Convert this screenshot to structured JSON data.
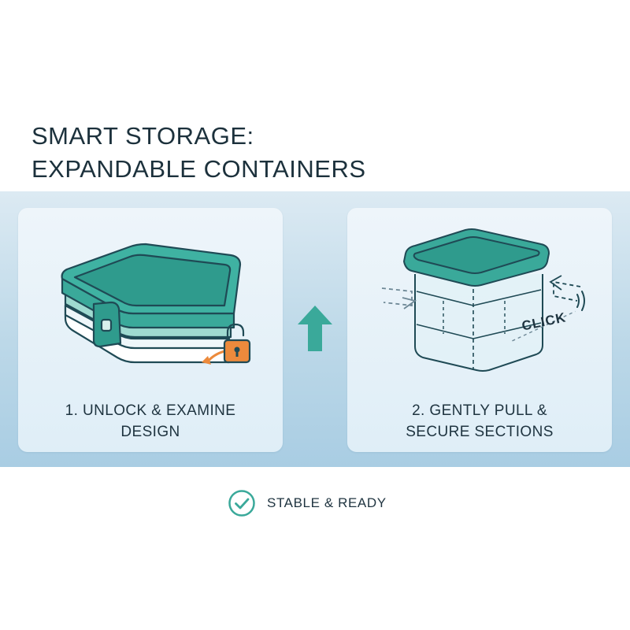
{
  "title": {
    "line1": "SMART STORAGE:",
    "line2": "EXPANDABLE CONTAINERS"
  },
  "steps": [
    {
      "line1": "1. UNLOCK & EXAMINE",
      "line2": "DESIGN",
      "icons": [
        "collapsed-container-icon",
        "padlock-unlocked-icon",
        "curved-arrow-icon"
      ]
    },
    {
      "line1": "2. GENTLY PULL &",
      "line2": "SECURE SECTIONS",
      "callout": "CLICK",
      "icons": [
        "expanded-container-icon",
        "pull-arrow-icon",
        "sound-waves-icon"
      ]
    }
  ],
  "status": {
    "label": "STABLE & READY",
    "icon": "check-circle-icon"
  },
  "colors": {
    "teal": "#3aa99a",
    "teal_dark": "#1f6f6a",
    "orange": "#ec8a3c",
    "navy": "#1c313c",
    "band": "#bcd8e8"
  }
}
